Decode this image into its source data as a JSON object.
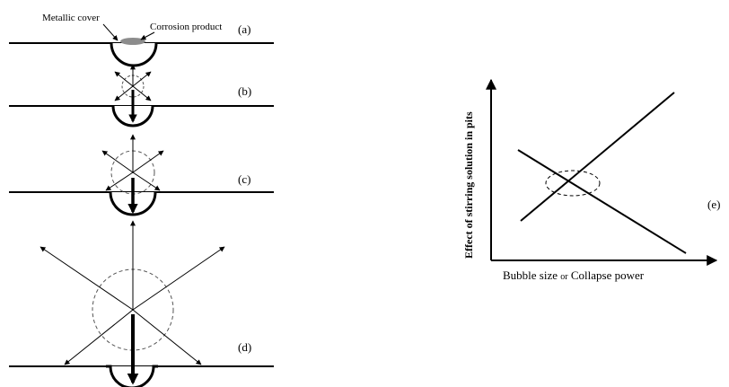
{
  "panels": {
    "a": {
      "label": "(a)",
      "cover_label": "Metallic cover",
      "product_label": "Corrosion product"
    },
    "b": {
      "label": "(b)"
    },
    "c": {
      "label": "(c)"
    },
    "d": {
      "label": "(d)"
    }
  },
  "graph": {
    "label": "(e)",
    "y_label": "Effect of stirring solution in pits",
    "x_label_part1": "Bubble size",
    "x_label_or": "or",
    "x_label_part2": "Collapse power"
  },
  "colors": {
    "ink": "#000000",
    "corrosion_product": "#8c8c8c",
    "bubble_outline": "#555555"
  }
}
